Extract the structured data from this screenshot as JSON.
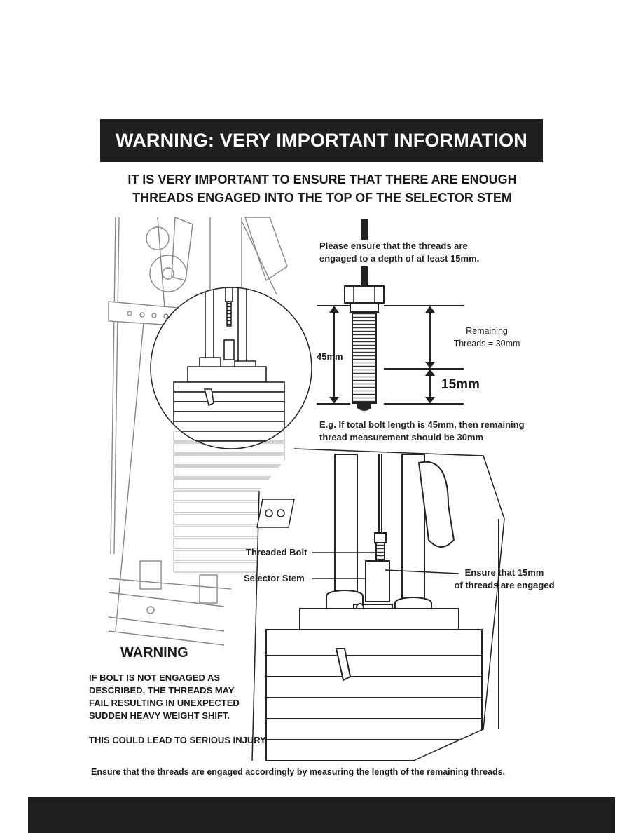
{
  "banner": {
    "title": "WARNING: VERY IMPORTANT INFORMATION"
  },
  "subheading": {
    "line1": "IT IS VERY IMPORTANT TO ENSURE THAT THERE ARE ENOUGH",
    "line2": "THREADS ENGAGED INTO THE TOP OF THE SELECTOR STEM"
  },
  "bolt_diagram": {
    "note_line1": "Please ensure that the threads are",
    "note_line2": "engaged to a depth of at least 15mm.",
    "total_label": "45mm",
    "remaining_line1": "Remaining",
    "remaining_line2": "Threads = 30mm",
    "engaged_label": "15mm",
    "example_line1": "E.g. If total bolt length is 45mm, then remaining",
    "example_line2": "thread measurement should be 30mm"
  },
  "detail_diagram": {
    "threaded_bolt": "Threaded Bolt",
    "selector_stem": "Selector Stem",
    "ensure_line1": "Ensure that 15mm",
    "ensure_line2": "of threads are engaged"
  },
  "warning": {
    "title": "WARNING",
    "line1": "IF BOLT IS NOT ENGAGED AS",
    "line2": "DESCRIBED, THE THREADS MAY",
    "line3": "FAIL RESULTING IN UNEXPECTED",
    "line4": "SUDDEN HEAVY WEIGHT SHIFT.",
    "injury": "THIS COULD LEAD TO SERIOUS INJURY"
  },
  "footer": {
    "note": "Ensure that the threads are engaged accordingly by measuring the length of the remaining threads."
  }
}
